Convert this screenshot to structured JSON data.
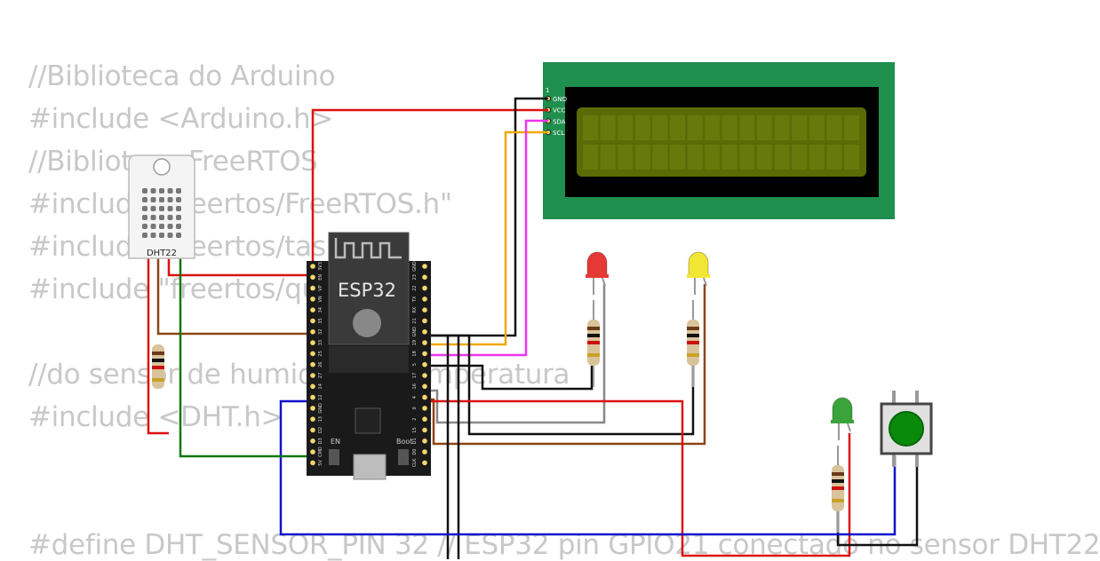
{
  "code_lines": [
    "//Biblioteca do Arduino",
    "#include <Arduino.h>",
    "//Biblioteca FreeRTOS",
    "#include \"freertos/FreeRTOS.h\"",
    "#include \"freertos/task.h\"",
    "#include \"freertos/queue.h\"",
    "",
    "//do sensor de humidade e temperatura",
    "#include <DHT.h>",
    "",
    "",
    "",
    "#define DHT_SENSOR_PIN  32  // ESP32 pin GPIO21 conectado no sensor DHT22"
  ],
  "esp32": {
    "label": "ESP32",
    "en_label": "EN",
    "boot_label": "Boot",
    "left_pins": [
      "3V3",
      "EN",
      "VP",
      "VN",
      "34",
      "35",
      "32",
      "33",
      "25",
      "26",
      "27",
      "14",
      "12",
      "GND",
      "13",
      "D2",
      "D3",
      "CMD",
      "5V"
    ],
    "right_pins": [
      "GND",
      "23",
      "22",
      "TX",
      "RX",
      "21",
      "GND",
      "19",
      "18",
      "5",
      "17",
      "16",
      "4",
      "0",
      "2",
      "15",
      "D1",
      "D0",
      "CLK"
    ]
  },
  "dht": {
    "label": "DHT22"
  },
  "lcd": {
    "pin1_label": "1",
    "pins": [
      "GND",
      "VCC",
      "SDA",
      "SCL"
    ],
    "bezel_color": "#1f8f4e",
    "screen_color": "#5a6b06"
  },
  "leds": [
    {
      "name": "red",
      "color": "#e53935"
    },
    {
      "name": "yellow",
      "color": "#f2e634"
    },
    {
      "name": "green",
      "color": "#3aa33a"
    }
  ],
  "wire_colors": {
    "red": "#dd1111",
    "black": "#111111",
    "orange": "#f0a800",
    "magenta": "#ee33ee",
    "brown": "#8b4513",
    "green": "#117711",
    "blue": "#1111cc",
    "gray": "#888888"
  }
}
